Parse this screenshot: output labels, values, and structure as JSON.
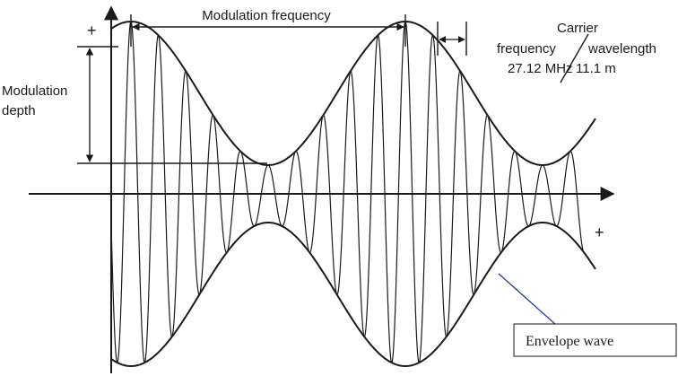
{
  "labels": {
    "modulation_frequency": "Modulation frequency",
    "carrier_line1": "Carrier",
    "carrier_frequency": "frequency",
    "carrier_wavelength": "wavelength",
    "carrier_freq_value": "27.12 MHz",
    "carrier_wavelength_value": "11.1 m",
    "modulation_depth_line1": "Modulation",
    "modulation_depth_line2": "depth",
    "envelope_wave": "Envelope wave",
    "y_axis_plus": "+",
    "x_axis_plus": "+"
  },
  "colors": {
    "line": "#1a1a1a",
    "callout_pointer": "#1f3a93"
  }
}
